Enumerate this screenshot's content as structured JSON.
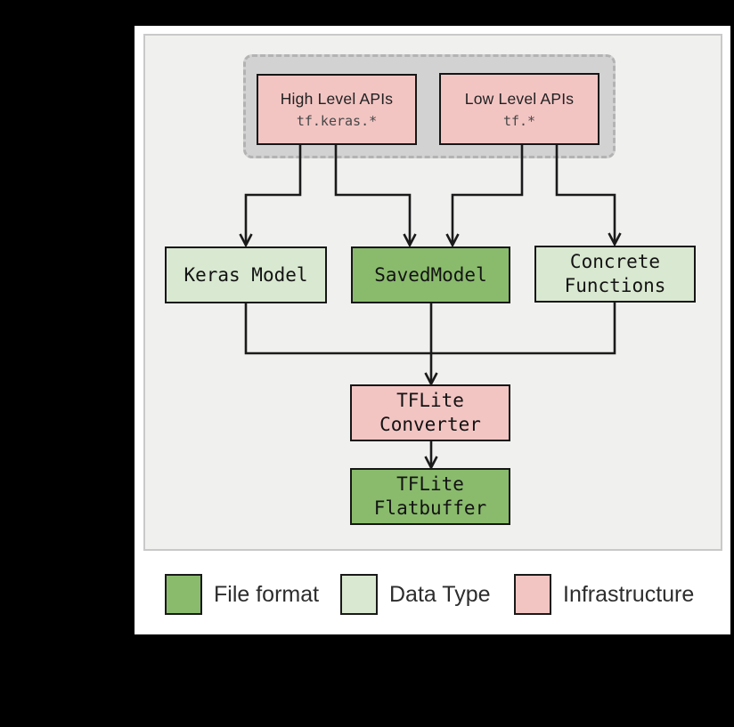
{
  "colors": {
    "file_format": "#8abb6d",
    "data_type": "#d9e8d0",
    "infrastructure": "#f2c5c3"
  },
  "api_group": {
    "high_level_apis": {
      "title": "High Level APIs",
      "code": "tf.keras.*"
    },
    "low_level_apis": {
      "title": "Low Level APIs",
      "code": "tf.*"
    }
  },
  "nodes": {
    "keras_model": {
      "label": "Keras Model"
    },
    "saved_model": {
      "label": "SavedModel"
    },
    "concrete_functions": {
      "label": "Concrete Functions"
    },
    "tflite_converter": {
      "label": "TFLite Converter"
    },
    "tflite_flatbuffer": {
      "label": "TFLite Flatbuffer"
    }
  },
  "edges": [
    "high_level_apis -> keras_model",
    "high_level_apis -> saved_model",
    "low_level_apis -> saved_model",
    "low_level_apis -> concrete_functions",
    "keras_model -> tflite_converter",
    "saved_model -> tflite_converter",
    "concrete_functions -> tflite_converter",
    "tflite_converter -> tflite_flatbuffer"
  ],
  "legend": {
    "file_format": {
      "label": "File format"
    },
    "data_type": {
      "label": "Data Type"
    },
    "infrastructure": {
      "label": "Infrastructure"
    }
  }
}
